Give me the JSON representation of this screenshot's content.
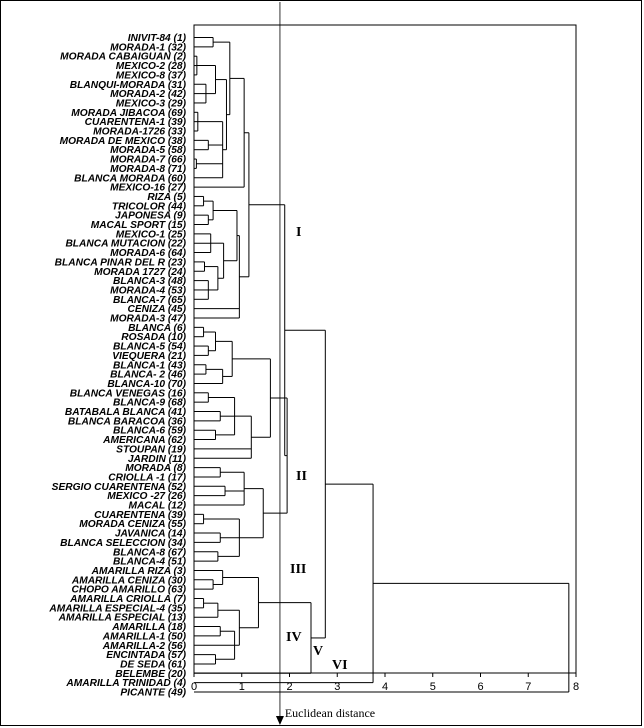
{
  "x_axis": {
    "label": "Euclidean distance",
    "ticks": [
      "0",
      "1",
      "2",
      "3",
      "4",
      "5",
      "6",
      "7",
      "8"
    ],
    "range": [
      0,
      8
    ],
    "cut_line": 1.8
  },
  "leaves": [
    "INIVIT-84 (1)",
    "MORADA-1 (32)",
    "MORADA CABAIGUAN (2)",
    "MEXICO-2 (28)",
    "MEXICO-8 (37)",
    "BLANQUI-MORADA (31)",
    "MORADA-2 (42)",
    "MEXICO-3 (29)",
    "MORADA JIBACOA (69)",
    "CUARENTENA-1 (39)",
    "MORADA-1726 (33)",
    "MORADA DE MEXICO (38)",
    "MORADA-5 (58)",
    "MORADA-7 (66)",
    "MORADA-8 (71)",
    "BLANCA MORADA (60)",
    "MEXICO-16 (27)",
    "RIZA (5)",
    "TRICOLOR (44)",
    "JAPONESA (9)",
    "MACAL SPORT (15)",
    "MEXICO-1 (25)",
    "BLANCA MUTACION (22)",
    "MORADA-6 (64)",
    "BLANCA PINAR DEL R (23)",
    "MORADA 1727 (24)",
    "BLANCA-3 (48)",
    "MORADA-4 (53)",
    "BLANCA-7 (65)",
    "CENIZA (45)",
    "MORADA-3 (47)",
    "BLANCA (6)",
    "ROSADA (10)",
    "BLANCA-5 (54)",
    "VIEQUERA (21)",
    "BLANCA-1 (43)",
    "BLANCA- 2 (46)",
    "BLANCA-10 (70)",
    "BLANCA VENEGAS (16)",
    "BLANCA-9 (68)",
    "BATABALA BLANCA (41)",
    "BLANCA BARACOA (36)",
    "BLANCA-6 (59)",
    "AMERICANA (62)",
    "STOUPAN (19)",
    "JARDIN (11)",
    "MORADA (8)",
    "CRIOLLA -1 (17)",
    "SERGIO CUARENTENA (52)",
    "MEXICO -27 (26)",
    "MACAL (12)",
    "CUARENTENA (39)",
    "MORADA CENIZA (55)",
    "JAVANICA (14)",
    "BLANCA SELECCION (34)",
    "BLANCA-8 (67)",
    "BLANCA-4 (51)",
    "AMARILLA RIZA (3)",
    "AMARILLA CENIZA (30)",
    "CHOPO AMARILLO (63)",
    "AMARILLA CRIOLLA (7)",
    "AMARILLA ESPECIAL-4 (35)",
    "AMARILLA ESPECIAL (13)",
    "AMARILLA (18)",
    "AMARILLA-1 (50)",
    "AMARILLA-2 (56)",
    "ENCINTADA (57)",
    "DE SEDA (61)",
    "BELEMBE (20)",
    "AMARILLA TRINIDAD (4)",
    "PICANTE (49)"
  ],
  "groups": [
    {
      "label": "I"
    },
    {
      "label": "II"
    },
    {
      "label": "III"
    },
    {
      "label": "IV"
    },
    {
      "label": "V"
    },
    {
      "label": "VI"
    }
  ]
}
